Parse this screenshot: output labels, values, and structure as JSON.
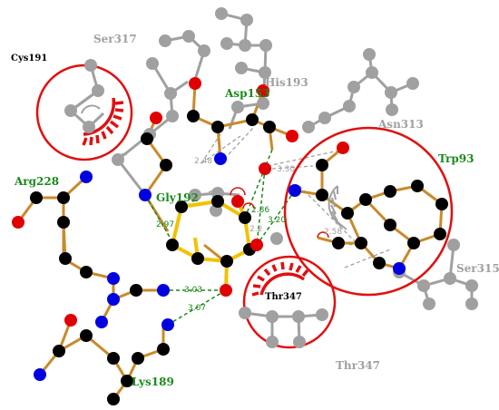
{
  "colors": {
    "carbon": "#000000",
    "grey_carbon": "#a0a0a0",
    "oxygen": "#e00000",
    "nitrogen": "#0000e0",
    "bond": "#c98a2a",
    "grey_bond": "#a0a0a0",
    "ligand_bond": "#f2c200",
    "hbond": "#1a8a1a",
    "green_label": "#1a8a1a",
    "grey_label": "#a0a0a0",
    "circle": "#e01010"
  },
  "residue_labels": {
    "ser317": "Ser317",
    "cys191": "Cys191",
    "his193": "His193",
    "asp153": "Asp153",
    "asn313": "Asn313",
    "trp93": "Trp93",
    "arg228": "Arg228",
    "gly192": "Gly192",
    "ser315": "Ser315",
    "thr347_inner": "Thr347",
    "thr347_outer": "Thr347",
    "lys189": "Lys189"
  },
  "distances": {
    "d248": "2.48",
    "d330": "3.30",
    "d286": "2.86",
    "d320": "3.20",
    "d297": "2.97",
    "d22": "2.2",
    "d258": "2.58",
    "d303": "3.03",
    "d307": "3.07"
  }
}
